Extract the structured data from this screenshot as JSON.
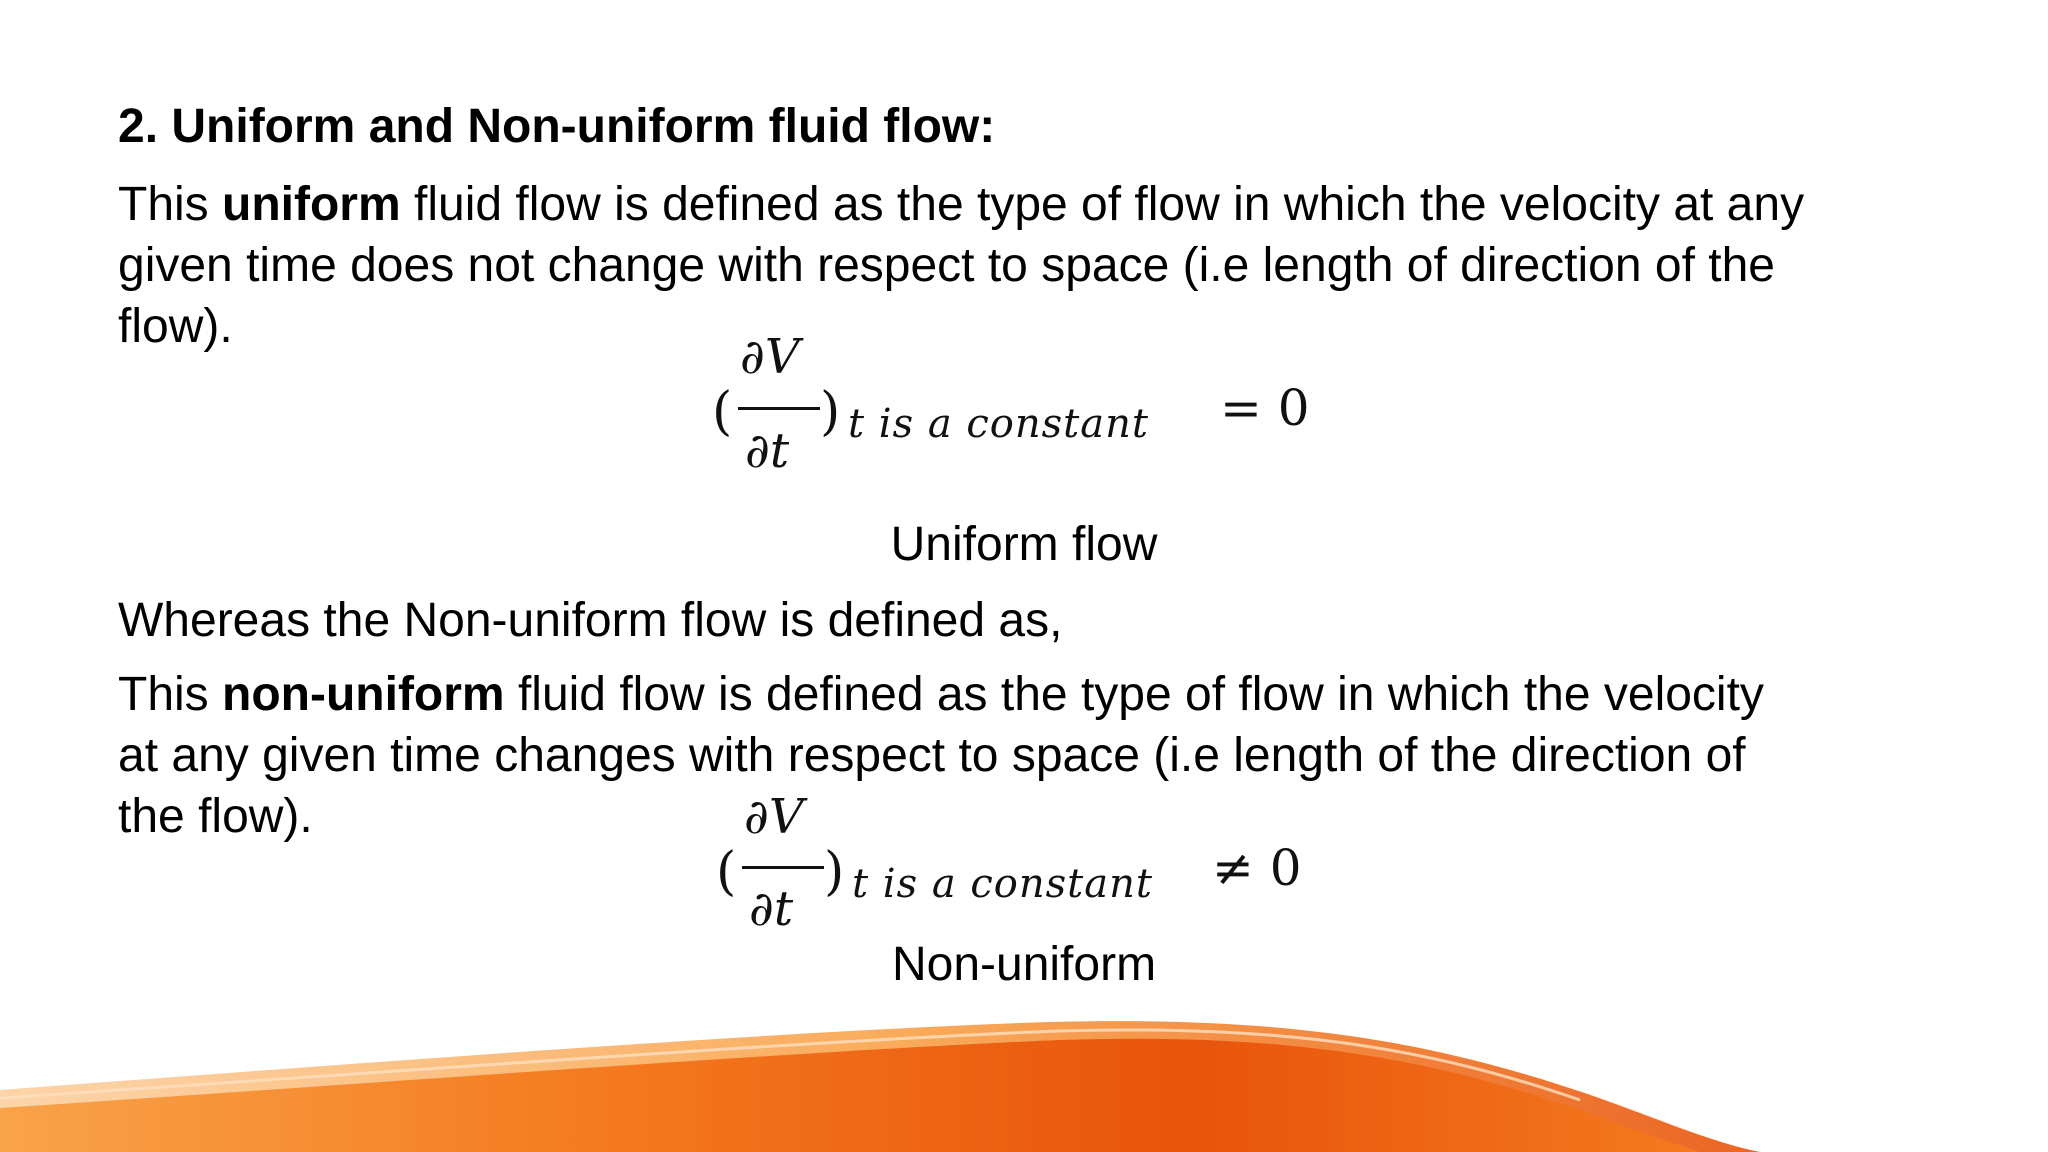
{
  "heading": "2. Uniform and Non-uniform fluid flow:",
  "uniform_para": {
    "line1_pre": "This ",
    "line1_bold": "uniform",
    "line1_post": " fluid flow is defined as the type of flow in which the velocity at any",
    "line2": "given time does not change with respect to space (i.e length of direction of the",
    "line3": "flow)."
  },
  "uniform_equation": {
    "open_paren": "(",
    "numerator": "∂V",
    "denominator": "∂t",
    "close_paren": ")",
    "subscript": "t is a constant",
    "relation": "= 0"
  },
  "uniform_caption": "Uniform flow",
  "whereas_line": "Whereas the Non-uniform flow is defined as,",
  "nonuniform_para": {
    "line1_pre": "This ",
    "line1_bold": "non-uniform",
    "line1_post": " fluid flow is defined as the type of flow in which the velocity",
    "line2": "at any given time changes with respect to space (i.e length of the direction of",
    "line3": "the flow)."
  },
  "nonuniform_equation": {
    "open_paren": "(",
    "numerator": "∂V",
    "denominator": "∂t",
    "close_paren": ")",
    "subscript": "t is a constant",
    "relation": "≠ 0"
  },
  "nonuniform_caption": "Non-uniform",
  "colors": {
    "text": "#000000",
    "wave_dark": "#e8540c",
    "wave_mid": "#f47a1f",
    "wave_light": "#f9a34a"
  }
}
